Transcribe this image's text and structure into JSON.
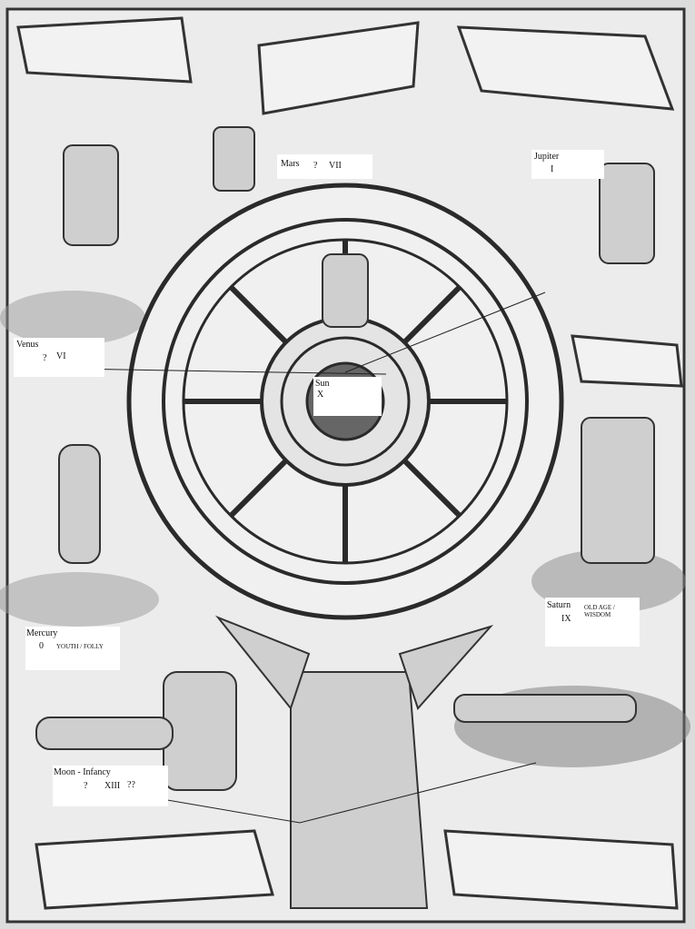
{
  "labels": {
    "mars": {
      "name": "Mars",
      "q": "?",
      "num": "VII"
    },
    "jupiter": {
      "name": "Jupiter",
      "num": "I"
    },
    "venus": {
      "name": "Venus",
      "q": "?",
      "num": "VI"
    },
    "sun": {
      "name": "Sun",
      "num": "X"
    },
    "mercury": {
      "name": "Mercury",
      "num": "0",
      "note": "YOUTH / FOLLY"
    },
    "saturn": {
      "name": "Saturn",
      "num": "IX",
      "note": "OLD AGE / WISDOM"
    },
    "moon": {
      "name": "Moon - Infancy",
      "q": "?",
      "num": "XIII",
      "q2": "??"
    }
  },
  "colors": {
    "paper": "#e6e6e6",
    "ink": "#2a2a2a",
    "label_bg": "#ffffff"
  }
}
